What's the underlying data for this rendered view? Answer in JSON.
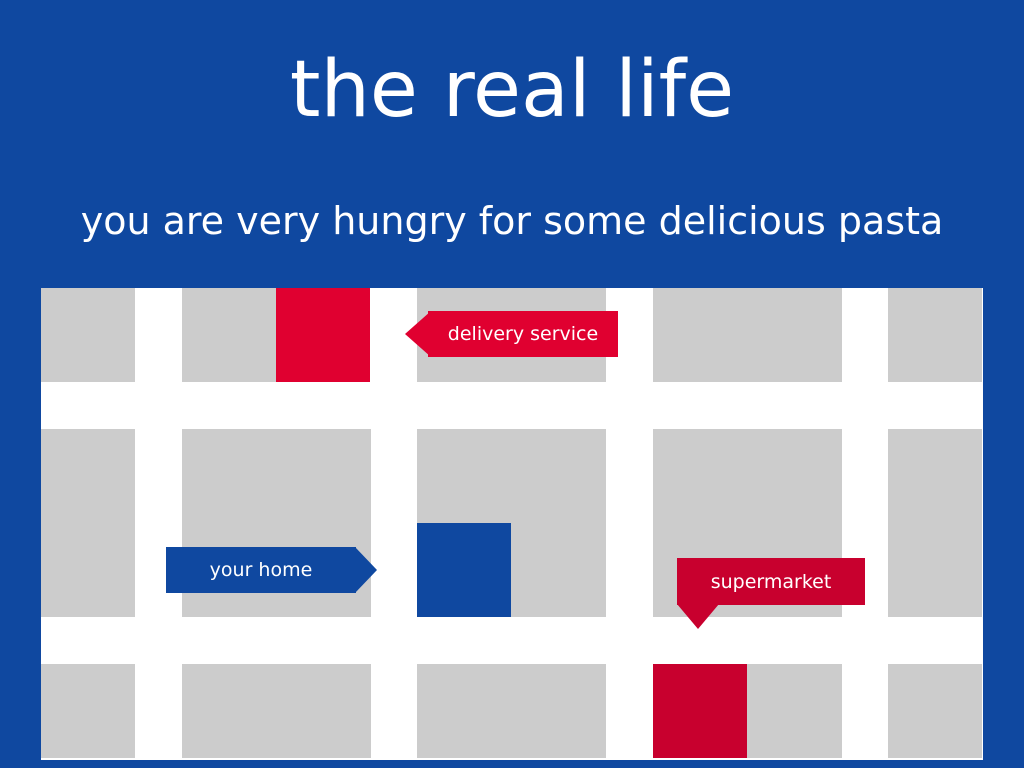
{
  "slide": {
    "title": "the real life",
    "subtitle": "you are very hungry for some delicious pasta"
  },
  "map": {
    "labels": {
      "delivery": "delivery service",
      "home": "your home",
      "supermarket": "supermarket"
    },
    "colors": {
      "background": "#0f48a0",
      "road": "#ffffff",
      "block": "#cccccc",
      "home": "#0f48a0",
      "delivery_service": "#e00030",
      "supermarket": "#c8002e"
    }
  }
}
